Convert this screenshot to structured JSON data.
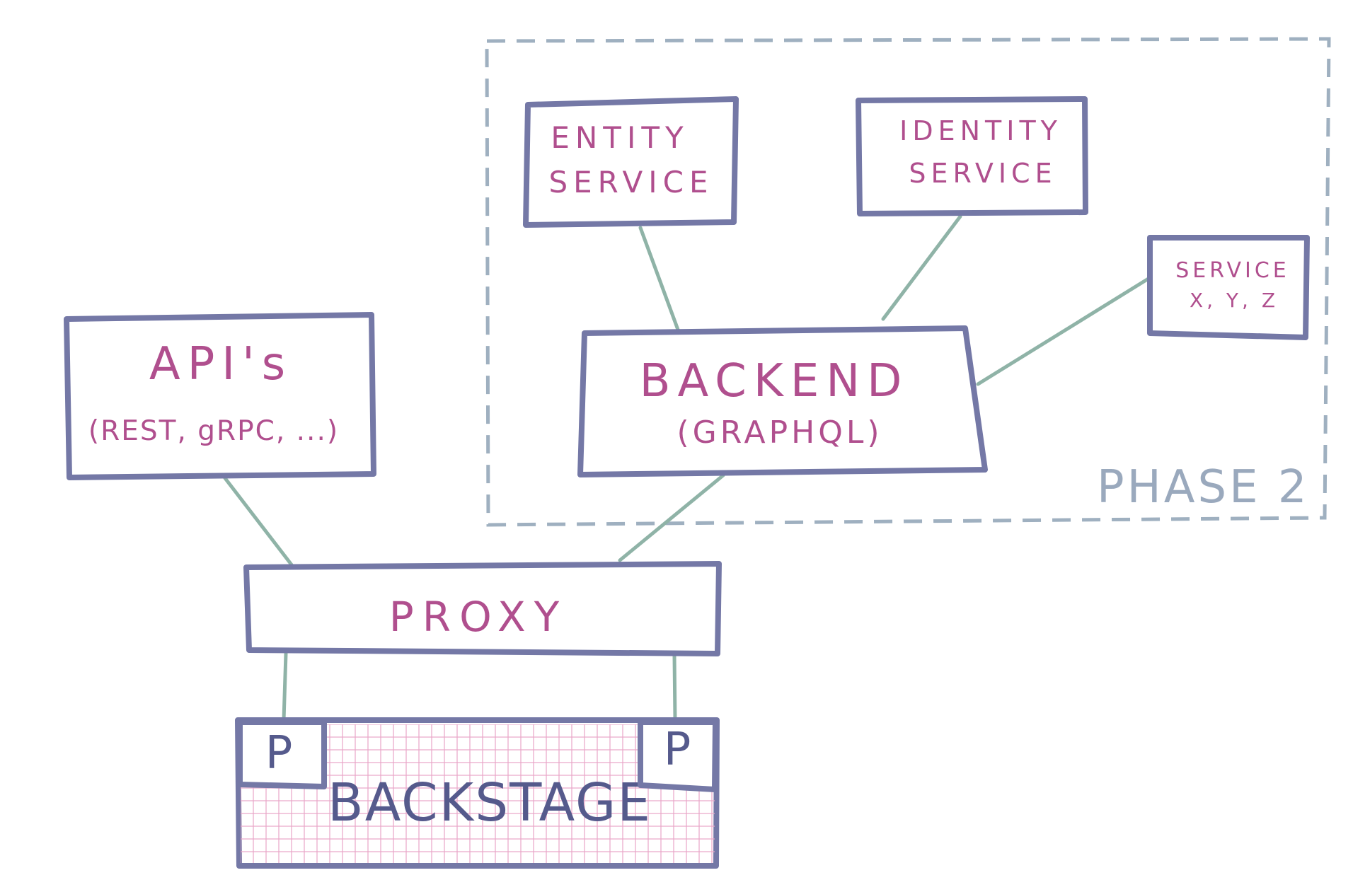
{
  "phase": {
    "label": "PHASE 2"
  },
  "nodes": {
    "apis": {
      "line1": "API's",
      "line2": "(REST, gRPC, ...)"
    },
    "proxy": {
      "label": "PROXY"
    },
    "backend": {
      "line1": "BACKEND",
      "line2": "(GRAPHQL)"
    },
    "entity_service": {
      "line1": "ENTITY",
      "line2": "SERVICE"
    },
    "identity_service": {
      "line1": "IDENTITY",
      "line2": "SERVICE"
    },
    "service_xyz": {
      "line1": "SERVICE",
      "line2": "X, Y, Z"
    },
    "backstage": {
      "label": "BACKSTAGE",
      "plugin_left": "P",
      "plugin_right": "P"
    }
  },
  "colors": {
    "box_stroke": "#7478a6",
    "label": "#b04f8e",
    "connector": "#8fb3a7",
    "phase_border": "#9fb0c0",
    "grid": "#e9a6c8"
  }
}
